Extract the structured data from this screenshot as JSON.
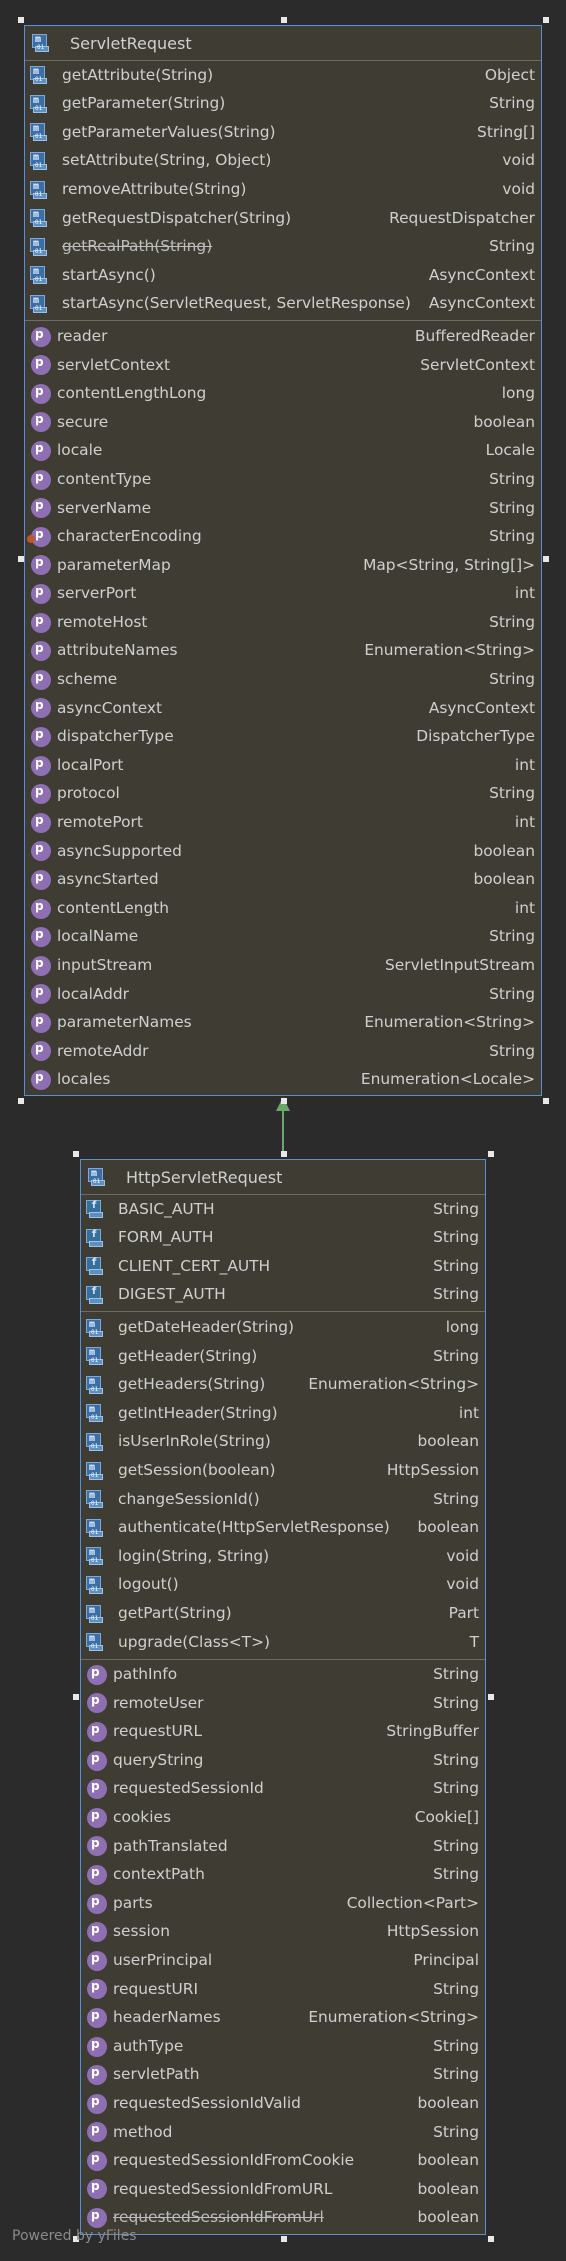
{
  "servlet_request": {
    "title": "ServletRequest",
    "methods": [
      {
        "name": "getAttribute(String)",
        "type": "Object"
      },
      {
        "name": "getParameter(String)",
        "type": "String"
      },
      {
        "name": "getParameterValues(String)",
        "type": "String[]"
      },
      {
        "name": "setAttribute(String, Object)",
        "type": "void"
      },
      {
        "name": "removeAttribute(String)",
        "type": "void"
      },
      {
        "name": "getRequestDispatcher(String)",
        "type": "RequestDispatcher"
      },
      {
        "name": "getRealPath(String)",
        "type": "String",
        "deprecated": true
      },
      {
        "name": "startAsync()",
        "type": "AsyncContext"
      },
      {
        "name": "startAsync(ServletRequest, ServletResponse)",
        "type": "AsyncContext"
      }
    ],
    "properties": [
      {
        "name": "reader",
        "type": "BufferedReader"
      },
      {
        "name": "servletContext",
        "type": "ServletContext"
      },
      {
        "name": "contentLengthLong",
        "type": "long"
      },
      {
        "name": "secure",
        "type": "boolean"
      },
      {
        "name": "locale",
        "type": "Locale"
      },
      {
        "name": "contentType",
        "type": "String"
      },
      {
        "name": "serverName",
        "type": "String"
      },
      {
        "name": "characterEncoding",
        "type": "String",
        "warn": true
      },
      {
        "name": "parameterMap",
        "type": "Map<String, String[]>"
      },
      {
        "name": "serverPort",
        "type": "int"
      },
      {
        "name": "remoteHost",
        "type": "String"
      },
      {
        "name": "attributeNames",
        "type": "Enumeration<String>"
      },
      {
        "name": "scheme",
        "type": "String"
      },
      {
        "name": "asyncContext",
        "type": "AsyncContext"
      },
      {
        "name": "dispatcherType",
        "type": "DispatcherType"
      },
      {
        "name": "localPort",
        "type": "int"
      },
      {
        "name": "protocol",
        "type": "String"
      },
      {
        "name": "remotePort",
        "type": "int"
      },
      {
        "name": "asyncSupported",
        "type": "boolean"
      },
      {
        "name": "asyncStarted",
        "type": "boolean"
      },
      {
        "name": "contentLength",
        "type": "int"
      },
      {
        "name": "localName",
        "type": "String"
      },
      {
        "name": "inputStream",
        "type": "ServletInputStream"
      },
      {
        "name": "localAddr",
        "type": "String"
      },
      {
        "name": "parameterNames",
        "type": "Enumeration<String>"
      },
      {
        "name": "remoteAddr",
        "type": "String"
      },
      {
        "name": "locales",
        "type": "Enumeration<Locale>"
      }
    ]
  },
  "http_servlet_request": {
    "title": "HttpServletRequest",
    "constants": [
      {
        "name": "BASIC_AUTH",
        "type": "String"
      },
      {
        "name": "FORM_AUTH",
        "type": "String"
      },
      {
        "name": "CLIENT_CERT_AUTH",
        "type": "String"
      },
      {
        "name": "DIGEST_AUTH",
        "type": "String"
      }
    ],
    "methods": [
      {
        "name": "getDateHeader(String)",
        "type": "long"
      },
      {
        "name": "getHeader(String)",
        "type": "String"
      },
      {
        "name": "getHeaders(String)",
        "type": "Enumeration<String>"
      },
      {
        "name": "getIntHeader(String)",
        "type": "int"
      },
      {
        "name": "isUserInRole(String)",
        "type": "boolean"
      },
      {
        "name": "getSession(boolean)",
        "type": "HttpSession"
      },
      {
        "name": "changeSessionId()",
        "type": "String"
      },
      {
        "name": "authenticate(HttpServletResponse)",
        "type": "boolean"
      },
      {
        "name": "login(String, String)",
        "type": "void"
      },
      {
        "name": "logout()",
        "type": "void"
      },
      {
        "name": "getPart(String)",
        "type": "Part"
      },
      {
        "name": "upgrade(Class<T>)",
        "type": "T"
      }
    ],
    "properties": [
      {
        "name": "pathInfo",
        "type": "String"
      },
      {
        "name": "remoteUser",
        "type": "String"
      },
      {
        "name": "requestURL",
        "type": "StringBuffer"
      },
      {
        "name": "queryString",
        "type": "String"
      },
      {
        "name": "requestedSessionId",
        "type": "String"
      },
      {
        "name": "cookies",
        "type": "Cookie[]"
      },
      {
        "name": "pathTranslated",
        "type": "String"
      },
      {
        "name": "contextPath",
        "type": "String"
      },
      {
        "name": "parts",
        "type": "Collection<Part>"
      },
      {
        "name": "session",
        "type": "HttpSession"
      },
      {
        "name": "userPrincipal",
        "type": "Principal"
      },
      {
        "name": "requestURI",
        "type": "String"
      },
      {
        "name": "headerNames",
        "type": "Enumeration<String>"
      },
      {
        "name": "authType",
        "type": "String"
      },
      {
        "name": "servletPath",
        "type": "String"
      },
      {
        "name": "requestedSessionIdValid",
        "type": "boolean"
      },
      {
        "name": "method",
        "type": "String"
      },
      {
        "name": "requestedSessionIdFromCookie",
        "type": "boolean"
      },
      {
        "name": "requestedSessionIdFromURL",
        "type": "boolean"
      },
      {
        "name": "requestedSessionIdFromUrl",
        "type": "boolean",
        "deprecated": true
      }
    ]
  },
  "footer": {
    "text": "Powered by yFiles"
  },
  "colors": {
    "background": "#2b2b2b",
    "node_fill": "#3f3d33",
    "node_border": "#5a8fd0",
    "arrow": "#6aa86a",
    "property_icon": "#8f6fb3"
  }
}
